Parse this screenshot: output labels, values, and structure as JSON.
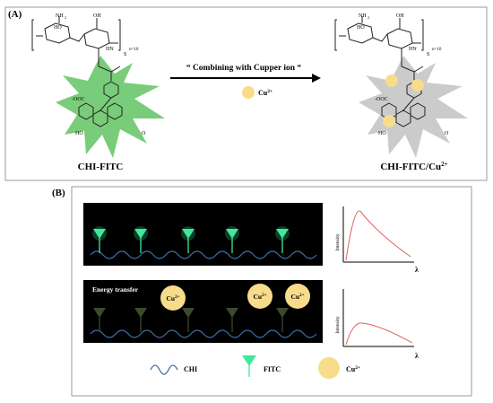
{
  "panel_a": {
    "label": "(A)",
    "repeat_left": "n=10",
    "repeat_right": "n=10",
    "arrow_text": "“ Combining with Cupper ion “",
    "cu_legend": "Cu",
    "cu_legend_sup": "2+",
    "left_caption": "CHI-FITC",
    "right_caption": "CHI-FITC/Cu",
    "right_caption_sup": "2+",
    "chem": {
      "nh2": "NH",
      "nh2_sub": "2",
      "oh": "OH",
      "ho": "HO",
      "hn": "HN",
      "s": "S",
      "ooc": "-OOC",
      "o": "O"
    }
  },
  "panel_b": {
    "label": "(B)",
    "energy_transfer": "Energy transfer",
    "cu_ion": "Cu",
    "cu_ion_sup": "2+",
    "spectrum_ylabel": "Intensity",
    "spectrum_xlabel": "λ",
    "legend": {
      "chi": "CHI",
      "fitc": "FITC",
      "cu": "Cu",
      "cu_sup": "2+"
    }
  },
  "colors": {
    "fitc_green": "#3fe89a",
    "fitc_dark": "#3b4a2c",
    "star_green": "#5cc15c",
    "star_gray": "#c2c2c2",
    "cu_yellow": "#f7dc8c",
    "chain_blue": "#3b6ea8",
    "curve_red": "#e0605c",
    "strip_black": "#000000"
  }
}
